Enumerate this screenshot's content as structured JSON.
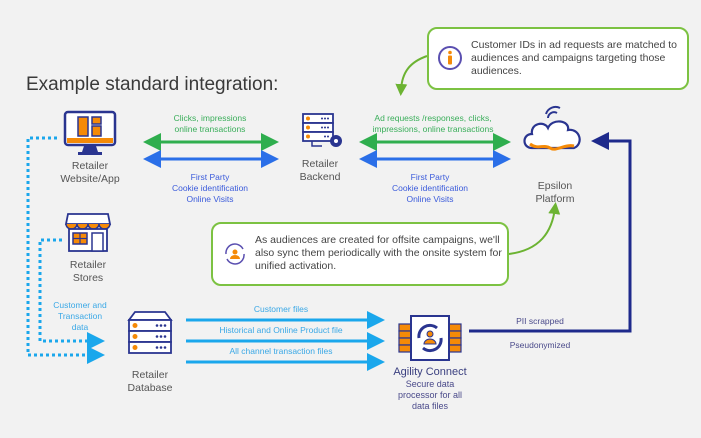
{
  "title": "Example standard integration:",
  "callouts": {
    "top": "Customer IDs in ad requests are matched to audiences and campaigns targeting those audiences.",
    "middle": "As audiences are created for offsite campaigns, we'll also sync them periodically with the onsite system for unified activation."
  },
  "nodes": {
    "website": [
      "Retailer",
      "Website/App"
    ],
    "backend": [
      "Retailer",
      "Backend"
    ],
    "epsilon": [
      "Epsilon",
      "Platform"
    ],
    "stores": [
      "Retailer",
      "Stores"
    ],
    "database": [
      "Retailer",
      "Database"
    ],
    "agility": {
      "name": "Agility Connect",
      "desc": [
        "Secure data",
        "processor for all",
        "data files"
      ]
    }
  },
  "flows": {
    "web_backend_top": [
      "Clicks, impressions",
      "online transactions"
    ],
    "web_backend_bottom": [
      "First Party",
      "Cookie identification",
      "Online Visits"
    ],
    "backend_epsilon_top": [
      "Ad requests /responses, clicks,",
      "impressions, online transactions"
    ],
    "backend_epsilon_bottom": [
      "First Party",
      "Cookie identification",
      "Online Visits"
    ],
    "stores_database": [
      "Customer and",
      "Transaction",
      "data"
    ],
    "db_agility": [
      "Customer files",
      "Historical and Online Product file",
      "All channel transaction files"
    ],
    "agility_epsilon_top": "PII scrapped",
    "agility_epsilon_bottom": "Pseudonymized"
  },
  "colors": {
    "green": "#2fae4e",
    "blue": "#2b6fe8",
    "cyan": "#1aa7ec",
    "navy": "#1e2a8c",
    "orange": "#f58a07",
    "callout_border": "#7cc242"
  }
}
